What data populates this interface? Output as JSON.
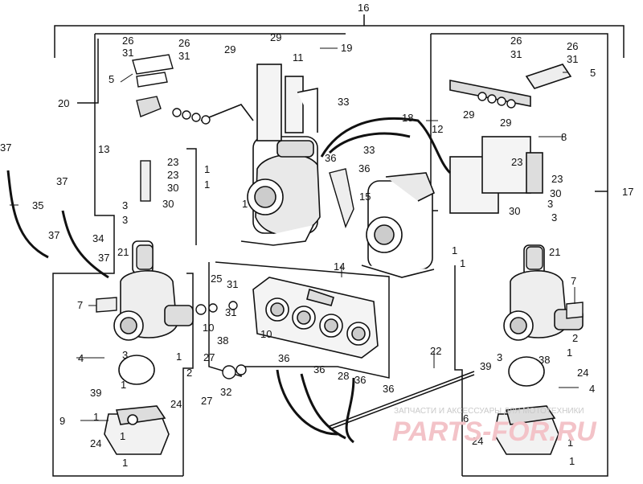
{
  "diagram": {
    "callouts": {
      "c16": "16",
      "c17": "17",
      "c19": "19",
      "c20": "20",
      "c18": "18",
      "c26a": "26",
      "c26b": "26",
      "c26c": "26",
      "c26d": "26",
      "c31a": "31",
      "c31b": "31",
      "c31c": "31",
      "c31d": "31",
      "c29a": "29",
      "c29b": "29",
      "c29c": "29",
      "c29d": "29",
      "c11": "11",
      "c5a": "5",
      "c5b": "5",
      "c13": "13",
      "c12": "12",
      "c8": "8",
      "c33a": "33",
      "c33b": "33",
      "c36a": "36",
      "c36b": "36",
      "c23a": "23",
      "c23b": "23",
      "c23c": "23",
      "c23d": "23",
      "c30a": "30",
      "c30b": "30",
      "c30c": "30",
      "c30d": "30",
      "c1a": "1",
      "c1b": "1",
      "c1c": "1",
      "c1d": "1",
      "c1e": "1",
      "c15": "15",
      "c3a": "3",
      "c3b": "3",
      "c3c": "3",
      "c3d": "3",
      "c21a": "21",
      "c21b": "21",
      "c37a": "37",
      "c37b": "37",
      "c37c": "37",
      "c37d": "37",
      "c35": "35",
      "c34": "34",
      "c14": "14",
      "c25": "25",
      "c31e": "31",
      "c31f": "31",
      "c7a": "7",
      "c7b": "7",
      "c10a": "10",
      "c10b": "10",
      "c38a": "38",
      "c38b": "38",
      "c36c": "36",
      "c36d": "36",
      "c36e": "36",
      "c36f": "36",
      "c27a": "27",
      "c27b": "27",
      "c28": "28",
      "c32": "32",
      "c22": "22",
      "c4a": "4",
      "c4b": "4",
      "c3e": "3",
      "c3f": "3",
      "c2a": "2",
      "c2b": "2",
      "c39a": "39",
      "c39b": "39",
      "c24a": "24",
      "c24b": "24",
      "c24c": "24",
      "c24d": "24",
      "c9": "9",
      "c6": "6",
      "c1f": "1",
      "c1g": "1",
      "c1h": "1",
      "c1i": "1",
      "c1j": "1",
      "c1k": "1",
      "c1l": "1",
      "c1m": "1"
    },
    "watermark": {
      "caption": "ЗАПЧАСТИ И АКСЕССУАРЫ ДЛЯ МОТОТЕХНИКИ",
      "logo_text": "PARTS-FOR.RU"
    }
  }
}
